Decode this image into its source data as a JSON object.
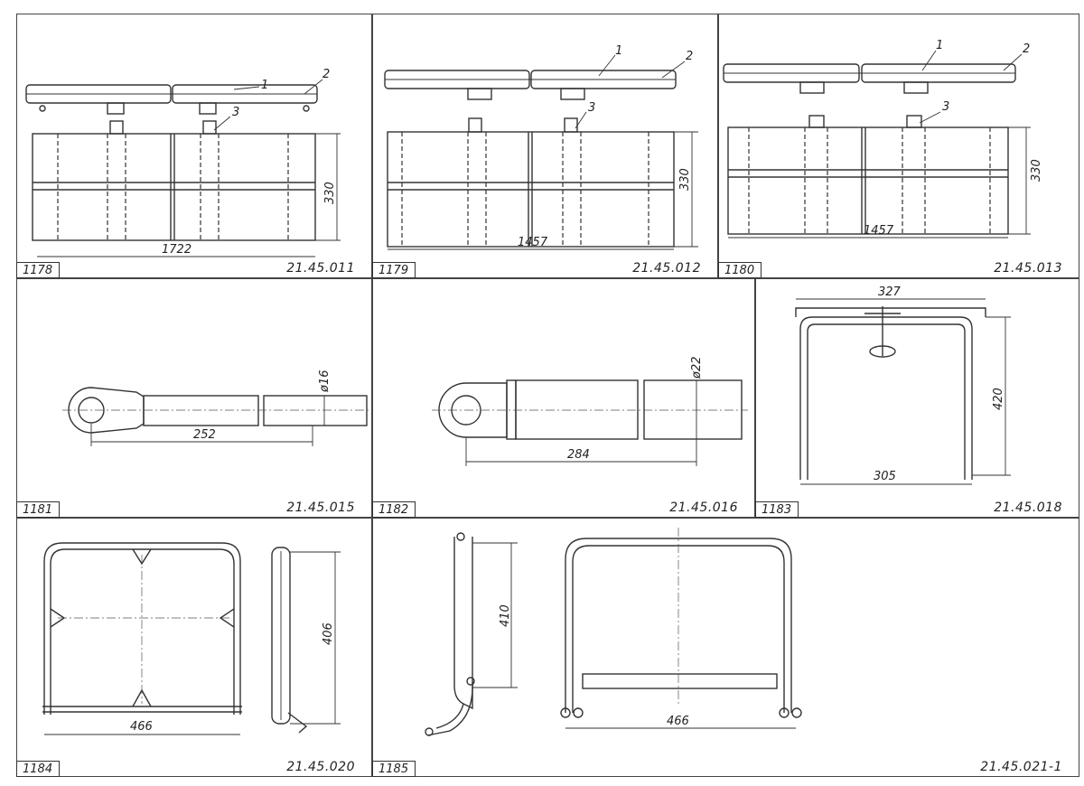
{
  "panels": [
    {
      "number": "1178",
      "code": "21.45.011",
      "dims": {
        "length": "1722",
        "height": "330"
      },
      "callouts": [
        "1",
        "2",
        "3"
      ]
    },
    {
      "number": "1179",
      "code": "21.45.012",
      "dims": {
        "length": "1457",
        "height": "330"
      },
      "callouts": [
        "1",
        "2",
        "3"
      ]
    },
    {
      "number": "1180",
      "code": "21.45.013",
      "dims": {
        "length": "1457",
        "height": "330"
      },
      "callouts": [
        "1",
        "2",
        "3"
      ]
    },
    {
      "number": "1181",
      "code": "21.45.015",
      "dims": {
        "length": "252",
        "diameter": "ø16"
      }
    },
    {
      "number": "1182",
      "code": "21.45.016",
      "dims": {
        "length": "284",
        "diameter": "ø22"
      }
    },
    {
      "number": "1183",
      "code": "21.45.018",
      "dims": {
        "top_width": "327",
        "height": "420",
        "bottom_width": "305"
      }
    },
    {
      "number": "1184",
      "code": "21.45.020",
      "dims": {
        "width": "466",
        "height": "406"
      }
    },
    {
      "number": "1185",
      "code": "21.45.021-1",
      "dims": {
        "width": "466",
        "height": "410"
      }
    }
  ]
}
